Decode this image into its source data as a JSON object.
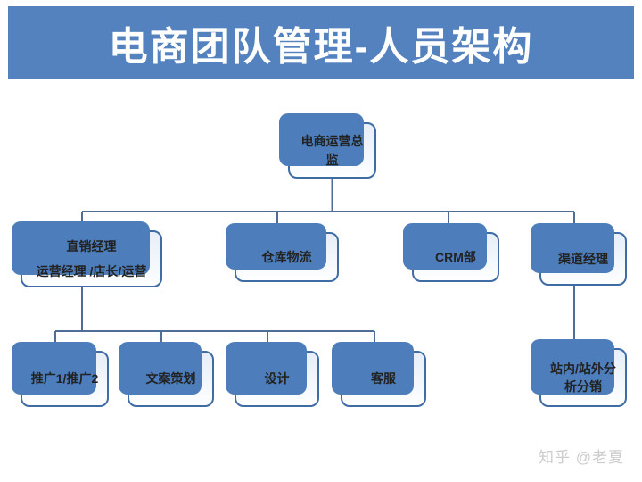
{
  "slide": {
    "title": "电商团队管理-人员架构",
    "watermark": "知乎 @老夏"
  },
  "colors": {
    "banner": "#5482BE",
    "node_shadow": "#4D7EBB",
    "node_border": "#3F6CA5",
    "node_fill_top": "#E7EEF7",
    "node_fill_bottom": "#FDFEFF",
    "connector": "#4F6D96",
    "title_text": "#FFFFFF",
    "node_text": "#222222",
    "watermark_text": "#CCCCCC"
  },
  "org": {
    "root": {
      "label": "电商运营总监"
    },
    "level2": [
      {
        "label": "直销经理\n运营经理 /店长/运营"
      },
      {
        "label": "仓库物流"
      },
      {
        "label": "CRM部"
      },
      {
        "label": "渠道经理"
      }
    ],
    "level3": [
      {
        "label": "推广1/推广2"
      },
      {
        "label": "文案策划"
      },
      {
        "label": "设计"
      },
      {
        "label": "客服"
      }
    ],
    "channel_child": {
      "label": "站内/站外分析分销"
    }
  }
}
